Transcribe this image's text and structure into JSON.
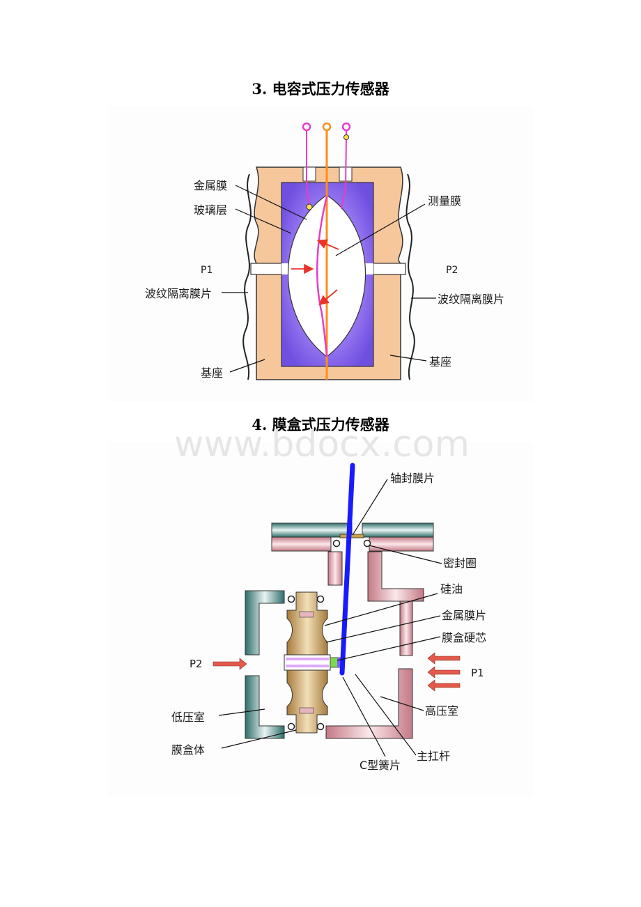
{
  "diagram1": {
    "title": "3. 电容式压力传感器",
    "labels": {
      "metal_film": "金属膜",
      "glass_layer": "玻璃层",
      "measure_film": "测量膜",
      "p1": "P1",
      "p2": "P2",
      "corrugated_left": "波纹隔离膜片",
      "corrugated_right": "波纹隔离膜片",
      "base_left": "基座",
      "base_right": "基座"
    },
    "colors": {
      "base": "#f5c79b",
      "glass": "#8a6cf0",
      "electrode": "#ff8c1a",
      "membrane": "#e83cc8",
      "arrow": "#e8342a"
    }
  },
  "diagram2": {
    "title": "4. 膜盒式压力传感器",
    "labels": {
      "shaft_seal": "轴封膜片",
      "seal_ring": "密封圈",
      "silicone_oil": "硅油",
      "metal_diaphragm": "金属膜片",
      "capsule_core": "膜盒硬芯",
      "p2": "P2",
      "p1": "P1",
      "high_pressure": "高压室",
      "low_pressure": "低压室",
      "capsule_body": "膜盒体",
      "main_lever": "主扛杆",
      "c_spring": "C型簧片"
    },
    "colors": {
      "teal": "#2e7d78",
      "pink": "#d89aa6",
      "capsule": "#b88a4a",
      "lever": "#1a1aff",
      "arrow": "#d94a3a"
    }
  },
  "watermark": "www.bdocx.com"
}
